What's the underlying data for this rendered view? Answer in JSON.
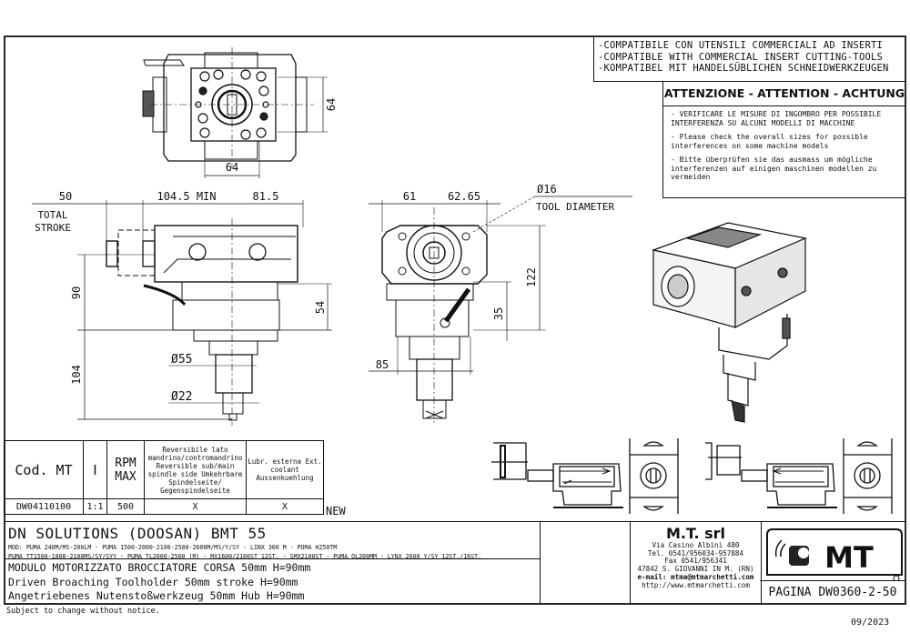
{
  "notes": {
    "compat_it": "-COMPATIBILE CON UTENSILI COMMERCIALI AD INSERTI",
    "compat_en": "-COMPATIBLE WITH COMMERCIAL INSERT CUTTING-TOOLS",
    "compat_de": "-KOMPATIBEL MIT HANDELSÜBLICHEN SCHNEIDWERKZEUGEN"
  },
  "attention": {
    "heading": "ATTENZIONE - ATTENTION - ACHTUNG",
    "items": [
      "- VERIFICARE LE MISURE DI INGOMBRO PER POSSIBILE\n  INTERFERENZA SU ALCUNI MODELLI DI MACCHINE",
      "- Please check the overall sizes for possible\n  interferences on some machine models",
      "- Bitte überprüfen sie das ausmass um mögliche\n  interferenzen auf einigen maschinen modellen zu\n  vermeiden"
    ]
  },
  "dimensions": {
    "top_width": "64",
    "top_height": "64",
    "stroke": "50",
    "total_stroke_1": "TOTAL",
    "total_stroke_2": "STROKE",
    "min_len": "104.5 MIN",
    "right_len": "81.5",
    "height_90": "90",
    "height_54": "54",
    "height_104": "104",
    "dia_55": "Ø55",
    "dia_22": "Ø22",
    "front_61": "61",
    "front_6265": "62.65",
    "tool_dia": "Ø16",
    "tool_dia_label": "TOOL DIAMETER",
    "height_122": "122",
    "height_35": "35",
    "width_85": "85"
  },
  "spec_table": {
    "headers": {
      "code": "Cod. MT",
      "ratio": "I",
      "rpm": "RPM MAX",
      "reversible": "Reversibile lato mandrino/contromandrino Reversible sub/main spindle side Umkehrbare Spindelseite/ Gegenspindelseite",
      "coolant": "Lubr. esterna Ext. coolant Aussenkuehlung"
    },
    "rows": [
      {
        "code": "DW04110100",
        "ratio": "1:1",
        "rpm": "500",
        "reversible": "X",
        "coolant": "X",
        "badge": "NEW"
      }
    ]
  },
  "title_block": {
    "machine": "DN SOLUTIONS (DOOSAN)   BMT 55",
    "models_1": "MOD: PUMA 240M/MS-200LM - PUMA 1500-2000-2100-2500-2600M/MS/Y/SY - LINX 300 M - PUMA H250TM",
    "models_2": "PUMA TT1500-1800-2100MS/SY/SYY - PUMA TL2000-2500 (M) - MX1600/2100ST 12ST. - SMX2100ST - PUMA QL200MM - LYNX 2600 Y/SY 12ST./16ST.",
    "desc_it": "MODULO MOTORIZZATO BROCCIATORE CORSA 50mm H=90mm",
    "desc_en": "Driven Broaching Toolholder 50mm stroke H=90mm",
    "desc_de": "Angetriebenes Nutenstoßwerkzeug 50mm Hub H=90mm",
    "company": "M.T. srl",
    "address": "Via Casino Albini 480",
    "tel": "Tel. 0541/956034-957884",
    "fax": "Fax 0541/956341",
    "city": "47842 S. GIOVANNI IN M. (RN)",
    "email": "e-mail: mtma@mtmarchetti.com",
    "web": "http://www.mtmarchetti.com",
    "logo_text": "MT",
    "page": "PAGINA DW0360-2-50"
  },
  "footer": {
    "disclaimer": "Subject to change without notice.",
    "date": "09/2023"
  }
}
